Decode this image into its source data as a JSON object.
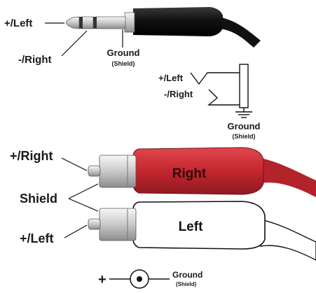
{
  "trs_jack": {
    "tip_label": "+/Left",
    "ring_label": "-/Right",
    "sleeve_label": "Ground",
    "sleeve_sub": "(Shield)"
  },
  "schematic": {
    "left_label": "+/Left",
    "right_label": "-/Right",
    "ground_label": "Ground",
    "ground_sub": "(Shield)"
  },
  "rca": {
    "right_pin_label": "+/Right",
    "shield_label": "Shield",
    "left_pin_label": "+/Left",
    "red_plug_text": "Right",
    "white_plug_text": "Left",
    "colors": {
      "red": "#c4262e",
      "red_dark": "#8e1a20",
      "white": "#ffffff",
      "black": "#111111"
    }
  },
  "polarity": {
    "plus": "+",
    "ground_label": "Ground",
    "ground_sub": "(Shield)"
  }
}
